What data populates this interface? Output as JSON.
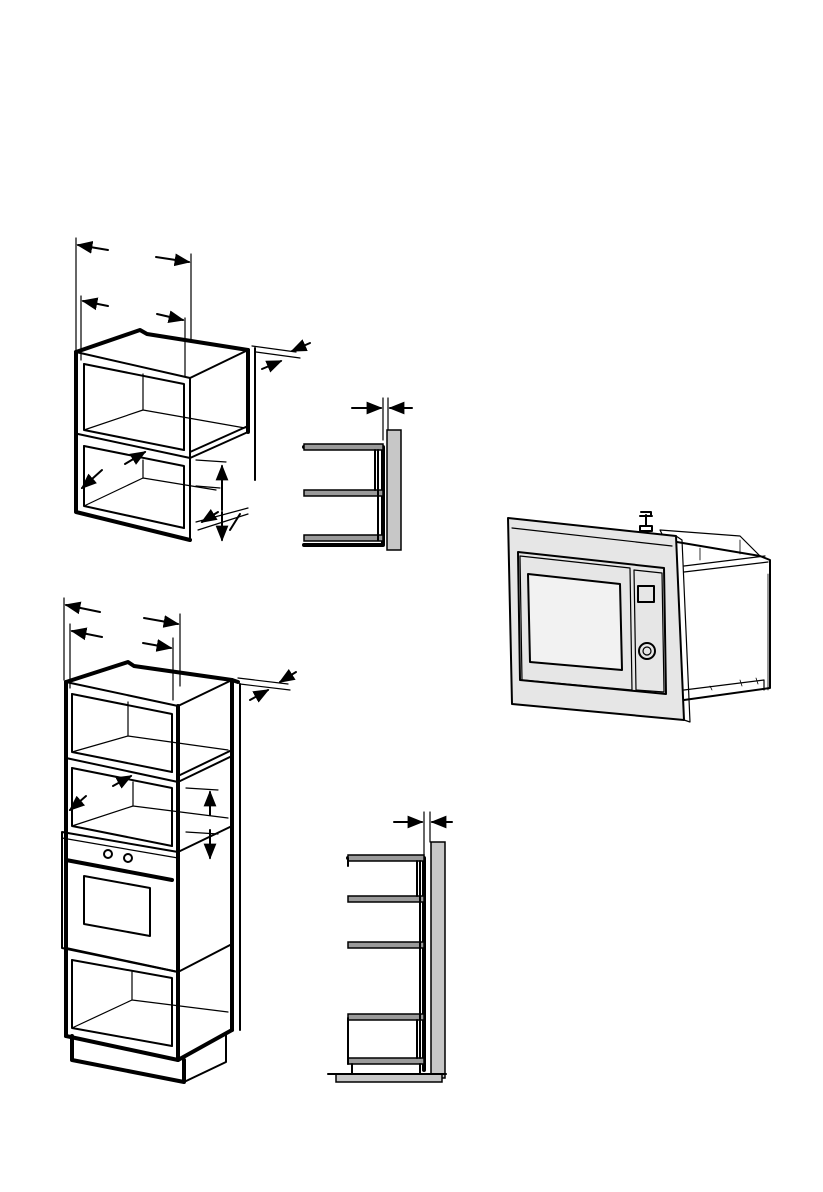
{
  "colors": {
    "ink": "#000000",
    "paper": "#ffffff",
    "wall": "#c7c7c7",
    "shelf": "#9a9a9a",
    "frame": "#e6e6e6"
  },
  "figures": [
    "wall-cabinet-niche",
    "wall-cabinet-side-section",
    "built-in-microwave-with-frame",
    "tall-cabinet-niche-above-oven",
    "tall-cabinet-side-section"
  ]
}
